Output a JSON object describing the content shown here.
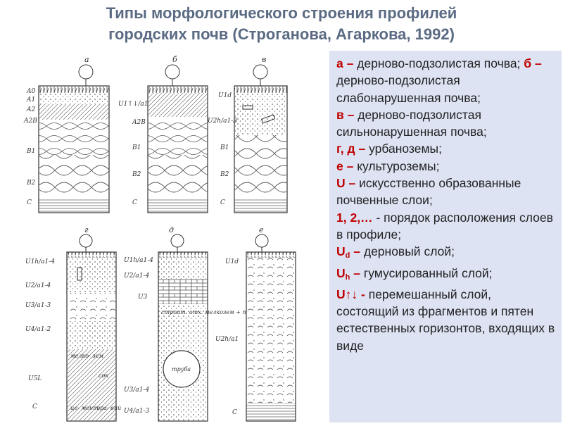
{
  "title": {
    "line1": "Типы морфологического строения профилей",
    "line2": "городских почв (Строганова, Агаркова, 1992)"
  },
  "figure": {
    "profiles": [
      {
        "label": "а",
        "horizons": [
          "A0",
          "A1",
          "A2",
          "A2B",
          "B1",
          "B2",
          "C"
        ]
      },
      {
        "label": "б",
        "horizons": [
          "U1↑↓/a1",
          "A2B",
          "B1",
          "B2",
          "C"
        ]
      },
      {
        "label": "в",
        "horizons": [
          "U1d",
          "U2h/a1-3",
          "B1",
          "B2",
          "C"
        ]
      },
      {
        "label": "г",
        "horizons": [
          "U1h/a1-4",
          "U2/a1-4",
          "U3/a1-3",
          "U4/a1-2",
          "U5L",
          "C"
        ]
      },
      {
        "label": "д",
        "horizons": [
          "U1h/a1-4",
          "U2/a1-4",
          "U3",
          "U3/a1-4",
          "U4/a1-3"
        ]
      },
      {
        "label": "е",
        "horizons": [
          "U1d",
          "U2h/a1",
          "C"
        ]
      }
    ],
    "notes": {
      "melkozem": "мелко- зем",
      "sok": "сок",
      "cement": "це- мент",
      "graviy": "гра- вий",
      "stroit": "строит. отх. мелкозем + порода",
      "truba": "труба"
    }
  },
  "legend": {
    "a_key": "а –",
    "a_text": "дерново-подзолистая почва;",
    "b_key": "б –",
    "b_text": "дерново-подзолистая слабонарушенная почва;",
    "v_key": "в –",
    "v_text": "дерново-подзолистая сильнонарушенная почва;",
    "gd_key": "г, д –",
    "gd_text": "урбаноземы;",
    "e_key": "е –",
    "e_text": "культуроземы;",
    "u_key": "U –",
    "u_text": "искусственно образованные почвенные слои;",
    "num_key": "1, 2,…",
    "num_text": "- порядок расположения слоев в профиле;",
    "ud_key": "U",
    "ud_sub": "d",
    "ud_dash": "–",
    "ud_text": "дерновый слой;",
    "uh_key": "U",
    "uh_sub": "h",
    "uh_dash": "–",
    "uh_text": "гумусированный слой;",
    "um_key": "U↑↓",
    "um_dash": "-",
    "um_text": "перемешанный слой, состоящий из фрагментов и пятен естественных горизонтов, входящих в виде"
  }
}
